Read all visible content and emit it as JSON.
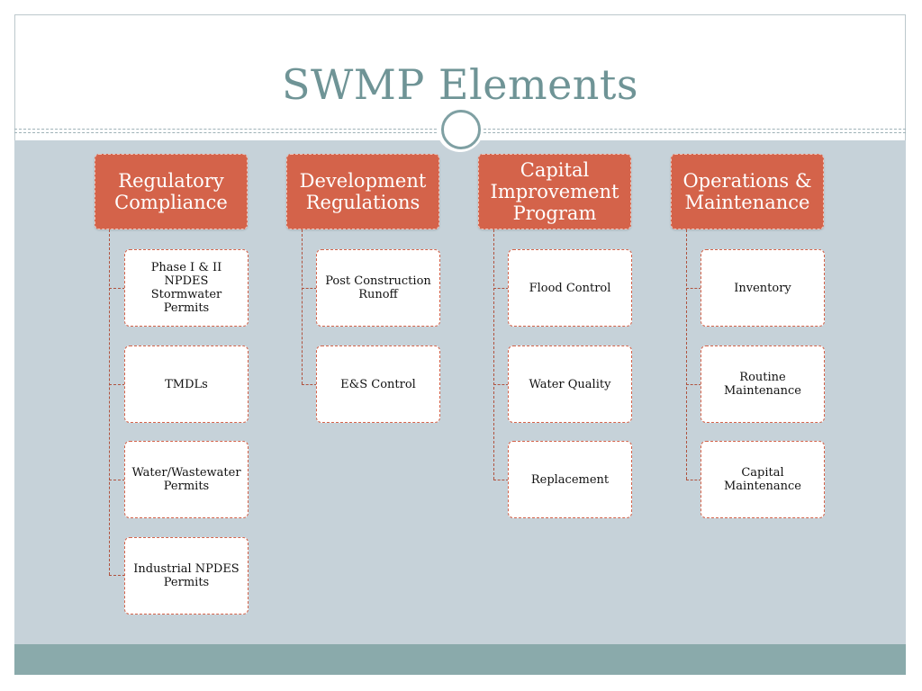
{
  "slide": {
    "title": "SWMP Elements"
  },
  "columns": [
    {
      "header": "Regulatory Compliance",
      "items": [
        "Phase I & II NPDES Stormwater Permits",
        "TMDLs",
        "Water/Wastewater Permits",
        "Industrial NPDES Permits"
      ]
    },
    {
      "header": "Development Regulations",
      "items": [
        "Post Construction Runoff",
        "E&S Control"
      ]
    },
    {
      "header": "Capital Improvement Program",
      "items": [
        "Flood Control",
        "Water Quality",
        "Replacement"
      ]
    },
    {
      "header": "Operations & Maintenance",
      "items": [
        "Inventory",
        "Routine Maintenance",
        "Capital Maintenance"
      ]
    }
  ],
  "colors": {
    "title": "#6f9496",
    "header_fill": "#d4634a",
    "band": "#c6d2d9",
    "footer": "#8aaaab"
  }
}
